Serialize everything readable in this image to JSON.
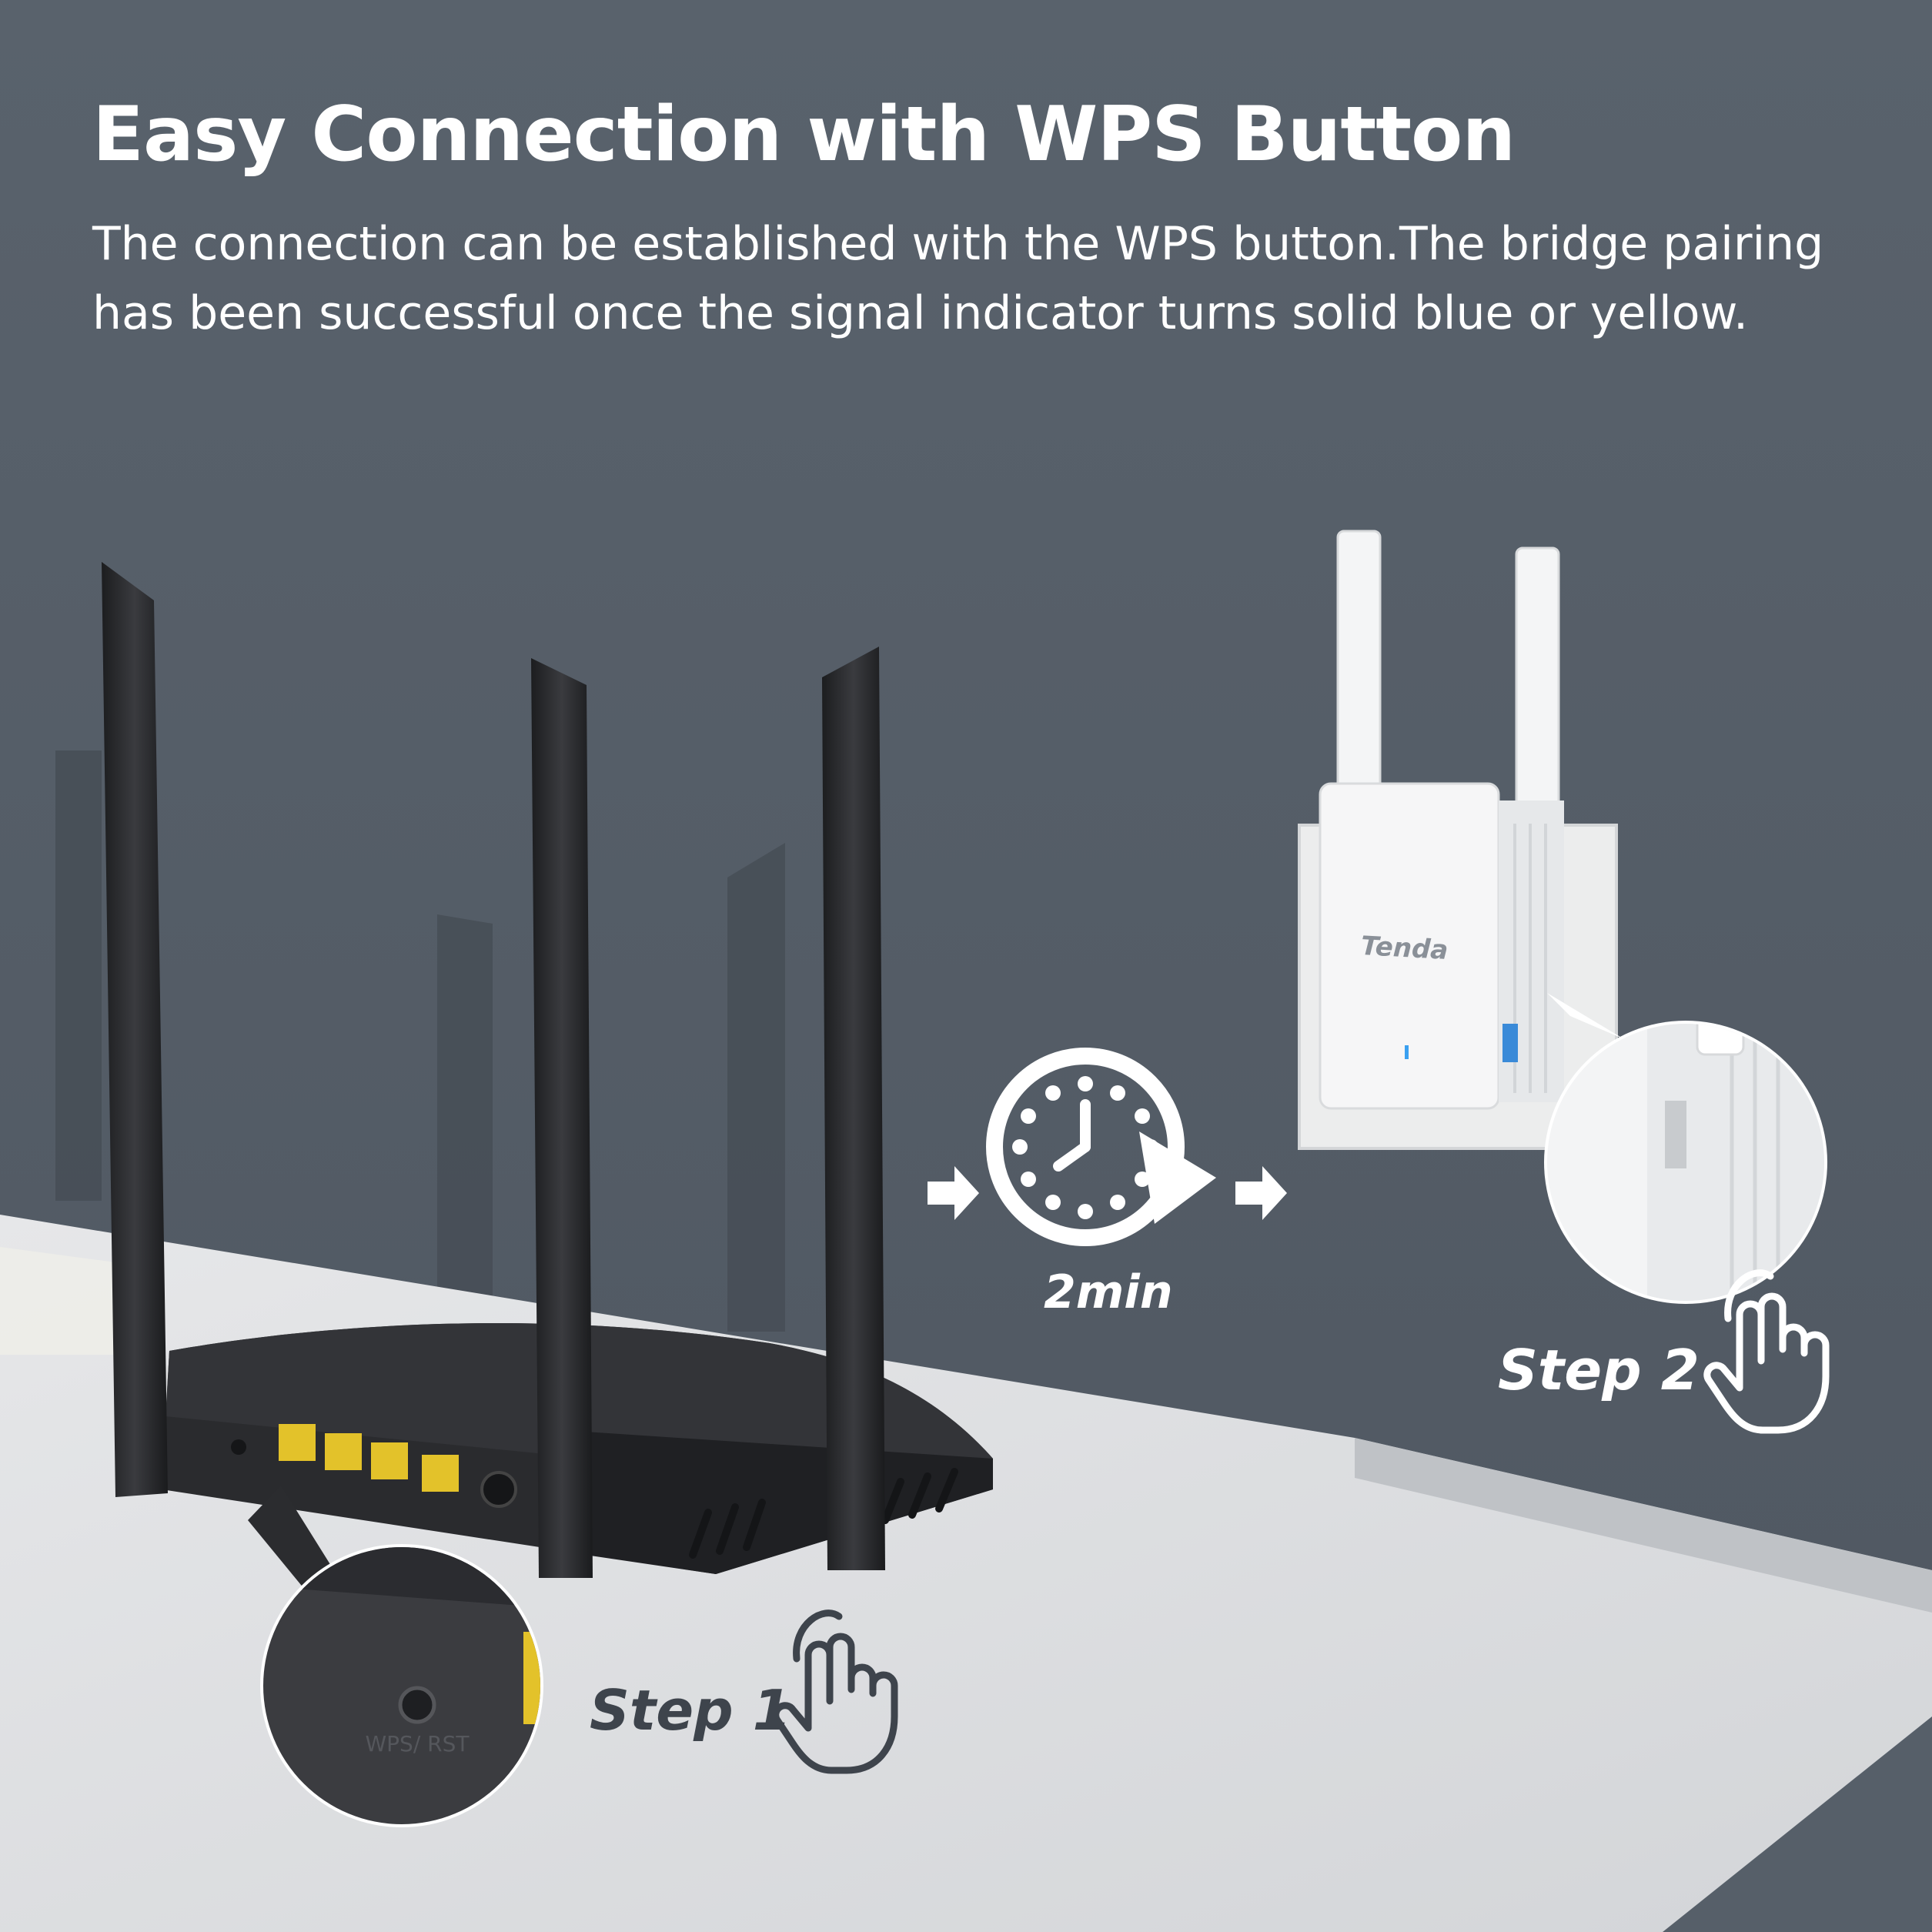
{
  "header": {
    "title": "Easy Connection with WPS Button",
    "description_lines": [
      "The connection can be established with the WPS button.The bridge pairing",
      "has been successful once the signal indicator turns solid blue or yellow."
    ]
  },
  "steps": {
    "step1_label": "Step 1",
    "step2_label": "Step 2",
    "timer_label": "2min"
  },
  "devices": {
    "router_button_label": "WPS/ RST",
    "extender_brand": "Tenda"
  },
  "colors": {
    "background": "#555e68",
    "desk": "#e4e5e7",
    "router": "#2a2b2e",
    "ethernet_port": "#e3c22a",
    "extender": "#f3f4f5",
    "led": "#3aa0f0",
    "title_text": "#ffffff"
  },
  "icons": [
    "arrow-right-icon",
    "clock-refresh-icon",
    "tap-hand-icon"
  ]
}
